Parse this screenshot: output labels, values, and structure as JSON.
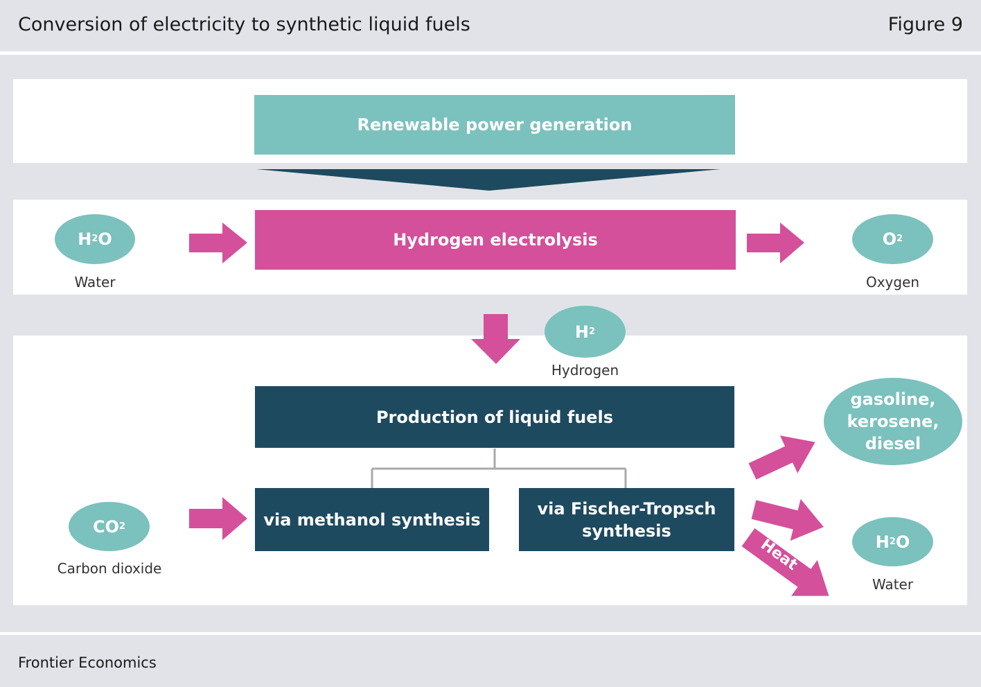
{
  "header": {
    "title": "Conversion of electricity to synthetic liquid fuels",
    "figure": "Figure 9"
  },
  "footer": {
    "source": "Frontier Economics"
  },
  "diagram": {
    "renewable": "Renewable power generation",
    "electrolysis": "Hydrogen electrolysis",
    "production": "Production of liquid fuels",
    "methanol": "via methanol synthesis",
    "fischer": "via Fischer-Tropsch synthesis",
    "heat": "Heat"
  },
  "inputs": {
    "water": {
      "formula": "H",
      "sub": "2",
      "formula_tail": "O",
      "caption": "Water"
    },
    "oxygen": {
      "formula": "O",
      "sub": "2",
      "caption": "Oxygen"
    },
    "hydrogen": {
      "formula": "H",
      "sub": "2",
      "caption": "Hydrogen"
    },
    "co2": {
      "formula": "CO",
      "sub": "2",
      "caption": "Carbon dioxide"
    },
    "fuels": "gasoline, kerosene, diesel",
    "water_out": {
      "formula": "H",
      "sub": "2",
      "formula_tail": "O",
      "caption": "Water"
    }
  },
  "colors": {
    "teal": "#7bc1bd",
    "pink": "#d4509a",
    "navy": "#1e4a5f",
    "background": "#e2e3e8"
  }
}
